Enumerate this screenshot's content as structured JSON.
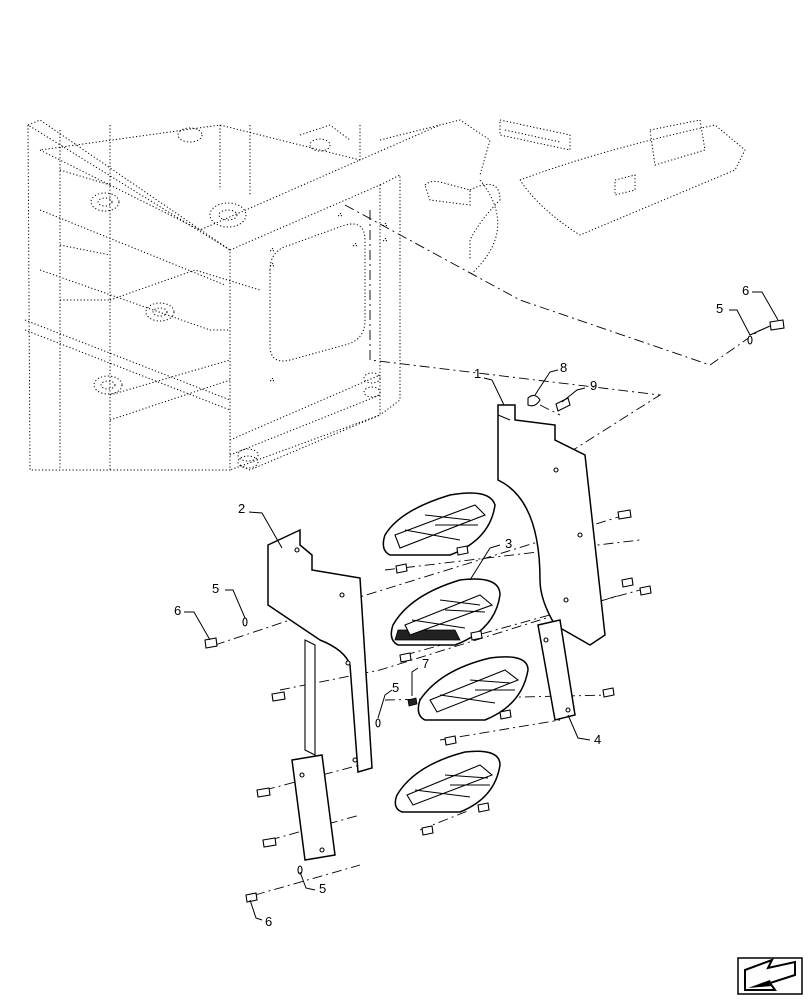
{
  "callouts": [
    {
      "id": "c1",
      "label": "1"
    },
    {
      "id": "c2",
      "label": "2"
    },
    {
      "id": "c3",
      "label": "3"
    },
    {
      "id": "c4",
      "label": "4"
    },
    {
      "id": "c5a",
      "label": "5"
    },
    {
      "id": "c6a",
      "label": "6"
    },
    {
      "id": "c5b",
      "label": "5"
    },
    {
      "id": "c6b",
      "label": "6"
    },
    {
      "id": "c7",
      "label": "7"
    },
    {
      "id": "c5c",
      "label": "5"
    },
    {
      "id": "c8",
      "label": "8"
    },
    {
      "id": "c9",
      "label": "9"
    },
    {
      "id": "c5d",
      "label": "5"
    },
    {
      "id": "c6c",
      "label": "6"
    }
  ],
  "nav_icon": "next-page-arrow-icon"
}
